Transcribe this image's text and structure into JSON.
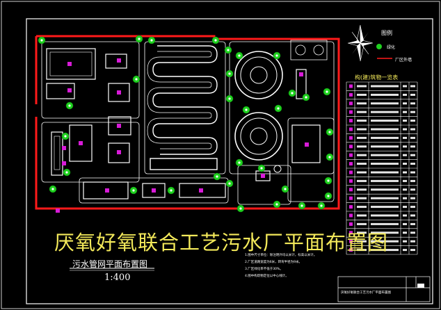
{
  "drawing": {
    "main_title": "厌氧好氧联合工艺污水厂平面布置图",
    "subtitle": "污水管网平面布置图",
    "scale": "1:400",
    "legend": {
      "title": "图例",
      "tree_label": "绿化",
      "wall_label": "厂区外墙"
    },
    "table_title": "构(建)筑物一览表",
    "table_rows": 20,
    "notes": [
      "1.图中尺寸单位：除注明外均以米计，标高以米计。",
      "2.厂区道路宽度为6米，转弯半径为9米。",
      "3.厂区绿化率不低于30%。",
      "4.图中构筑物定位以中心线计。"
    ],
    "title_block_text": "厌氧好氧联合工艺污水厂平面布置图"
  },
  "colors": {
    "background": "#000000",
    "boundary_wall": "#ff1a1a",
    "structure_outline": "#ffffff",
    "structure_label": "#d81bd8",
    "tree": "#1fd11f",
    "title": "#f3e95a",
    "table_grid": "#ffffff"
  },
  "icons": {
    "north_arrow": "north-arrow-icon",
    "tree": "tree-icon"
  }
}
